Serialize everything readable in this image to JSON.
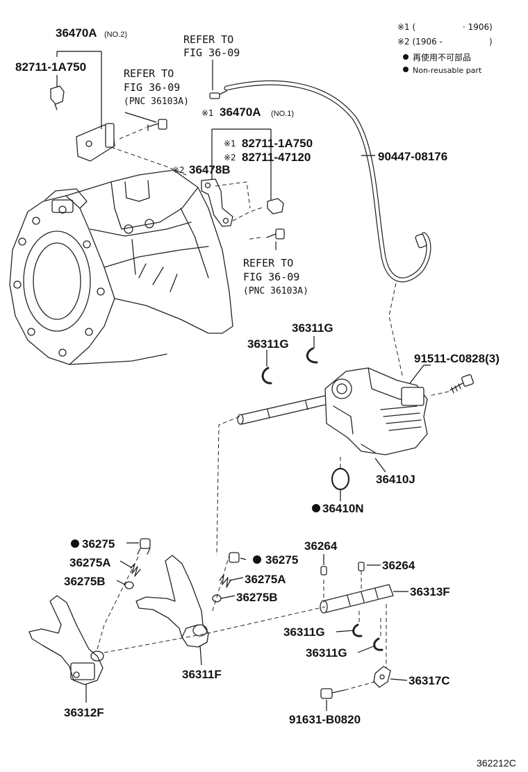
{
  "legend": {
    "mark1": "※1 (",
    "mark1_range": "· 1906)",
    "mark2": "※2 (1906 -",
    "mark2_end": ")",
    "nonreusable_jp": "再使用不可部品",
    "nonreusable_en": "Non-reusable part"
  },
  "labels": {
    "p36470A_no2": "36470A",
    "p36470A_no2_suffix": "(NO.2)",
    "p82711_1A750_top": "82711-1A750",
    "ref1_line1": "REFER TO",
    "ref1_line2": "FIG 36-09",
    "ref2_line1": "REFER TO",
    "ref2_line2": "FIG 36-09",
    "ref2_line3": "(PNC 36103A)",
    "p36470A_no1_mark": "※1",
    "p36470A_no1": "36470A",
    "p36470A_no1_suffix": "(NO.1)",
    "p82711_1A750_mark": "※1",
    "p82711_1A750": "82711-1A750",
    "p82711_47120_mark": "※2",
    "p82711_47120": "82711-47120",
    "p36478B_mark": "※2",
    "p36478B": "36478B",
    "p90447_08176": "90447-08176",
    "ref3_line1": "REFER TO",
    "ref3_line2": "FIG 36-09",
    "ref3_line3": "(PNC 36103A)",
    "p36311G_a": "36311G",
    "p36311G_b": "36311G",
    "p91511_C0828": "91511-C0828(3)",
    "p36410J": "36410J",
    "p36410N": "36410N",
    "p36275_left": "36275",
    "p36275A_left": "36275A",
    "p36275B_left": "36275B",
    "p36275_mid": "36275",
    "p36275A_mid": "36275A",
    "p36275B_mid": "36275B",
    "p36264_a": "36264",
    "p36264_b": "36264",
    "p36313F": "36313F",
    "p36311G_c": "36311G",
    "p36311G_d": "36311G",
    "p36317C": "36317C",
    "p36311F": "36311F",
    "p36312F": "36312F",
    "p91631_B0820": "91631-B0820",
    "figure_id": "362212C"
  }
}
